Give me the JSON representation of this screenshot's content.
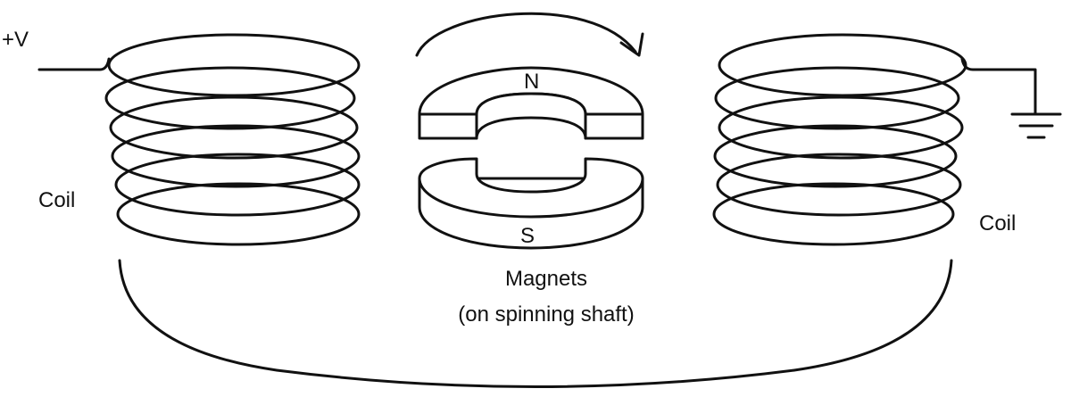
{
  "labels": {
    "supply": "+V",
    "coil_left": "Coil",
    "coil_right": "Coil",
    "north": "N",
    "south": "S",
    "magnets_line1": "Magnets",
    "magnets_line2": "(on spinning shaft)"
  },
  "icons": {
    "ground": "ground-symbol-icon",
    "rotation": "curved-arrow-icon"
  },
  "colors": {
    "ink": "#111111",
    "background": "#ffffff"
  }
}
